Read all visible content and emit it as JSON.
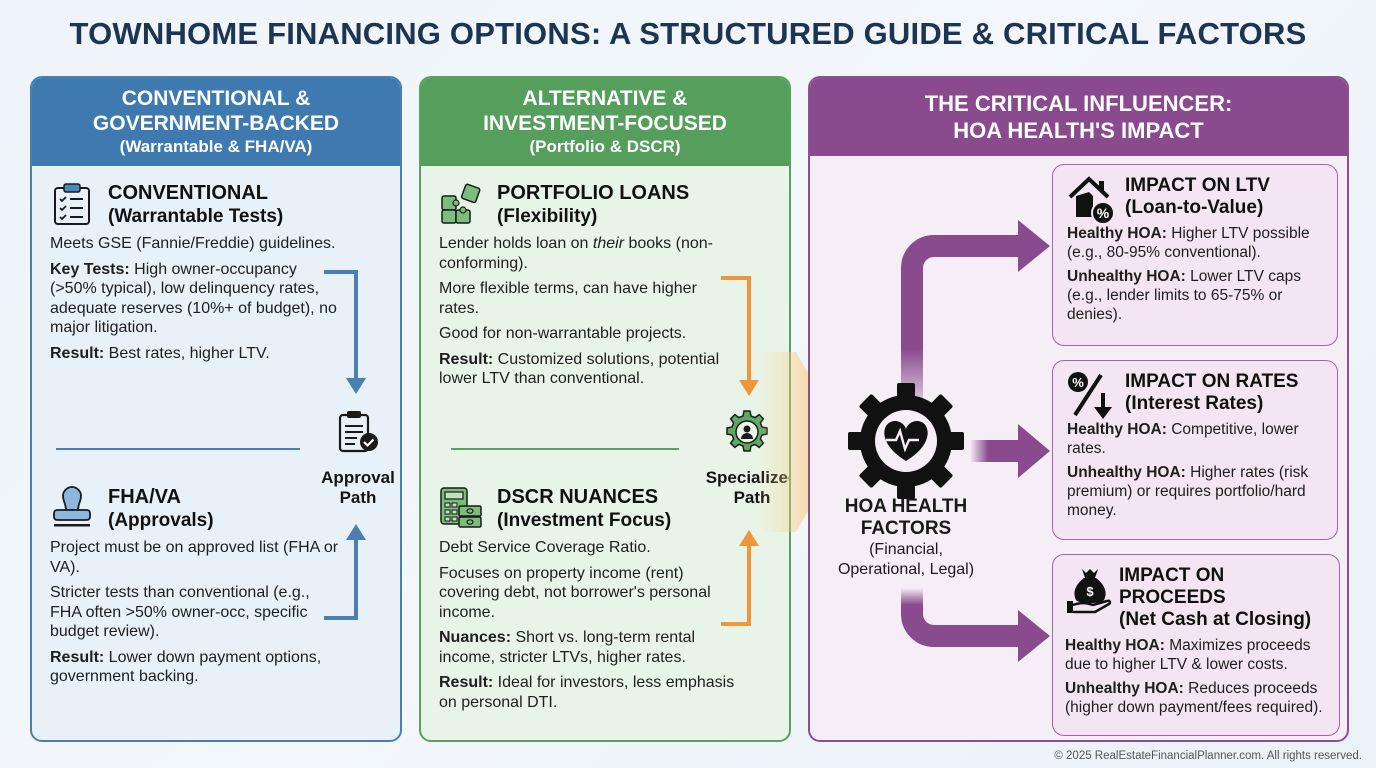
{
  "title": "TOWNHOME FINANCING OPTIONS: A STRUCTURED GUIDE & CRITICAL FACTORS",
  "colors": {
    "conventional_blue": "#3e79b0",
    "alternative_green": "#559e5c",
    "hoa_purple": "#8a4a8e",
    "specialized_orange": "#f0963a",
    "title_navy": "#1c3553"
  },
  "panel_conventional": {
    "heading_line1": "CONVENTIONAL &",
    "heading_line2": "GOVERNMENT-BACKED",
    "heading_sub": "(Warrantable & FHA/VA)",
    "conventional": {
      "icon": "checklist-clipboard-icon",
      "title": "CONVENTIONAL",
      "subtitle": "(Warrantable Tests)",
      "p1": "Meets GSE (Fannie/Freddie) guidelines.",
      "p2_label": "Key Tests:",
      "p2_text": " High owner-occupancy (>50% typical), low delinquency rates, adequate reserves (10%+ of budget), no major litigation.",
      "p3_label": "Result:",
      "p3_text": " Best rates, higher LTV."
    },
    "fha_va": {
      "icon": "stamp-icon",
      "title": "FHA/VA",
      "subtitle": "(Approvals)",
      "p1": "Project must be on approved list (FHA or VA).",
      "p2": "Stricter tests than conventional (e.g., FHA often >50% owner-occ, specific budget review).",
      "p3_label": "Result:",
      "p3_text": " Lower down payment options, government backing."
    },
    "path_label_line1": "Approval",
    "path_label_line2": "Path",
    "path_icon": "approved-clipboard-icon"
  },
  "panel_alternative": {
    "heading_line1": "ALTERNATIVE &",
    "heading_line2": "INVESTMENT-FOCUSED",
    "heading_sub": "(Portfolio & DSCR)",
    "portfolio": {
      "icon": "puzzle-icon",
      "title": "PORTFOLIO LOANS",
      "subtitle": "(Flexibility)",
      "p1_pre": "Lender holds loan on ",
      "p1_em": "their",
      "p1_post": " books (non-conforming).",
      "p2": "More flexible terms, can have higher rates.",
      "p3": "Good for non-warrantable projects.",
      "p4_label": "Result:",
      "p4_text": " Customized solutions, potential lower LTV than conventional."
    },
    "dscr": {
      "icon": "calculator-cash-icon",
      "title": "DSCR NUANCES",
      "subtitle": "(Investment Focus)",
      "p1": "Debt Service Coverage Ratio.",
      "p2": "Focuses on property income (rent) covering debt, not borrower's personal income.",
      "p3_label": "Nuances:",
      "p3_text": " Short vs. long-term rental income, stricter LTVs, higher rates.",
      "p4_label": "Result:",
      "p4_text": " Ideal for investors, less emphasis on personal DTI."
    },
    "path_label_line1": "Specialized",
    "path_label_line2": "Path",
    "path_icon": "gear-person-icon"
  },
  "panel_hoa": {
    "heading_line1": "THE CRITICAL INFLUENCER:",
    "heading_line2": "HOA HEALTH'S IMPACT",
    "hub": {
      "icon": "gear-heartbeat-icon",
      "title_line1": "HOA HEALTH",
      "title_line2": "FACTORS",
      "sub_line1": "(Financial,",
      "sub_line2": "Operational, Legal)"
    },
    "impacts": [
      {
        "icon": "house-percent-icon",
        "title": "IMPACT ON LTV",
        "subtitle": "(Loan-to-Value)",
        "healthy_label": "Healthy HOA:",
        "healthy_text": " Higher LTV possible (e.g., 80-95% conventional).",
        "unhealthy_label": "Unhealthy HOA:",
        "unhealthy_text": " Lower LTV caps (e.g., lender limits to 65-75% or denies)."
      },
      {
        "icon": "percent-down-arrow-icon",
        "title": "IMPACT ON RATES",
        "subtitle": "(Interest Rates)",
        "healthy_label": "Healthy HOA:",
        "healthy_text": " Competitive, lower rates.",
        "unhealthy_label": "Unhealthy HOA:",
        "unhealthy_text": " Higher rates (risk premium) or requires portfolio/hard money."
      },
      {
        "icon": "money-bag-hand-icon",
        "title": "IMPACT ON PROCEEDS",
        "subtitle": "(Net Cash at Closing)",
        "healthy_label": "Healthy HOA:",
        "healthy_text": " Maximizes proceeds due to higher LTV & lower costs.",
        "unhealthy_label": "Unhealthy HOA:",
        "unhealthy_text": " Reduces proceeds (higher down payment/fees required)."
      }
    ]
  },
  "footer": "© 2025 RealEstateFinancialPlanner.com. All rights reserved."
}
